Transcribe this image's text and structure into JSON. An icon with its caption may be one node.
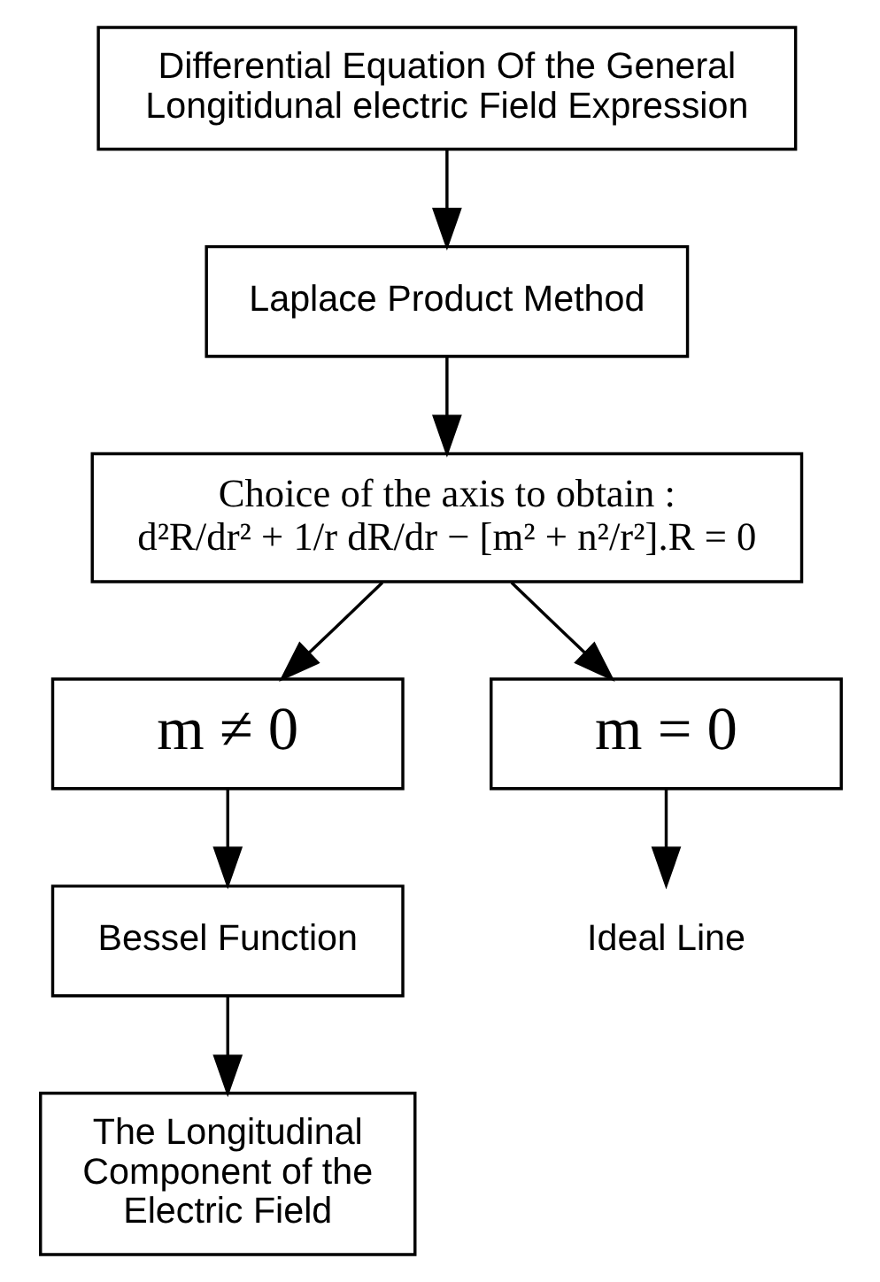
{
  "diagram": {
    "nodes": [
      {
        "text": [
          "Differential Equation Of the General Longitidunal electric Field Expression"
        ]
      },
      {
        "text": [
          "Laplace Product Method"
        ]
      },
      {
        "text": [
          "Choice of the axis to obtain :",
          "d²R/dr² + 1/r dR/dr − [m² + n²/r²].R = 0"
        ]
      },
      {
        "text": [
          "m ≠ 0"
        ]
      },
      {
        "text": [
          "m = 0"
        ]
      },
      {
        "text": [
          "Bessel Function"
        ]
      },
      {
        "text": [
          "Ideal Line"
        ]
      },
      {
        "text": [
          "The Longitudinal Component of the Electric Field"
        ]
      }
    ],
    "edges": [
      {
        "from": 0,
        "to": 1,
        "arrow": "to"
      },
      {
        "from": 1,
        "to": 2,
        "arrow": "to"
      },
      {
        "from": 2,
        "to": 3,
        "arrow": "to"
      },
      {
        "from": 2,
        "to": 4,
        "arrow": "to"
      },
      {
        "from": 3,
        "to": 5,
        "arrow": "to"
      },
      {
        "from": 4,
        "to": 6,
        "arrow": "to"
      },
      {
        "from": 5,
        "to": 7,
        "arrow": "to"
      }
    ]
  }
}
